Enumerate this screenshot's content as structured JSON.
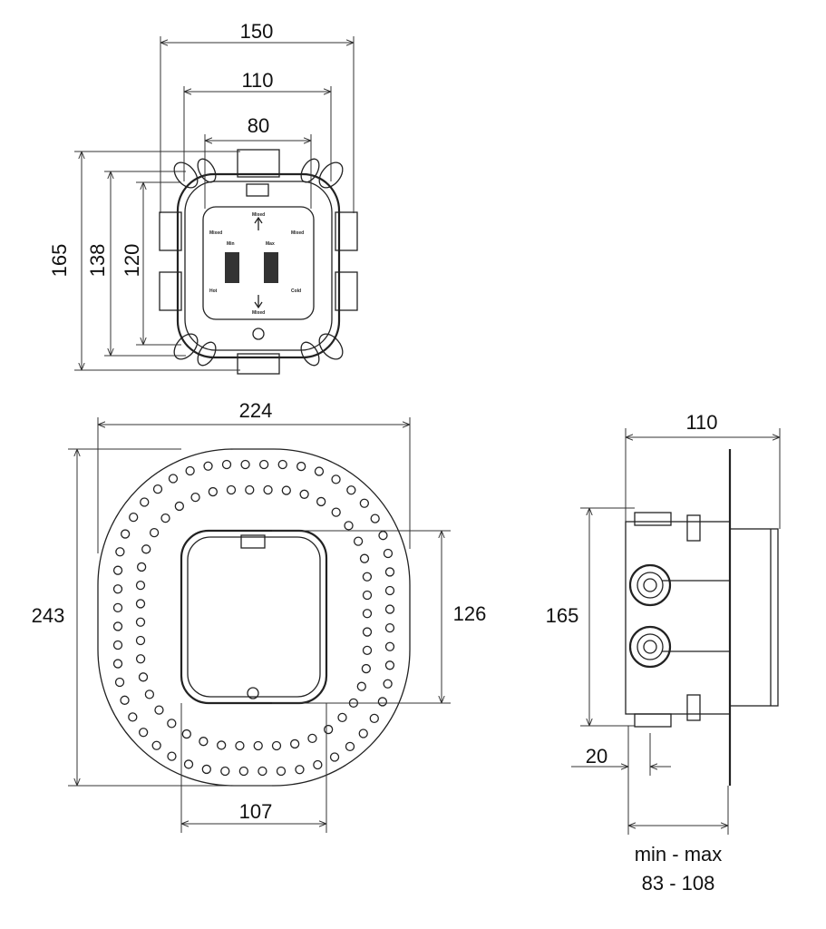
{
  "top_view": {
    "dims": {
      "w_outer": "150",
      "w_mid": "110",
      "w_inner": "80",
      "h_outer": "165",
      "h_mid": "138",
      "h_inner": "120"
    },
    "labels": {
      "up": "Mixed",
      "down": "Mixed",
      "left_top": "Mixed",
      "right_top": "Mixed",
      "left_bottom": "Hot",
      "right_bottom": "Cold",
      "min": "Min",
      "max": "Max"
    }
  },
  "plate_view": {
    "dims": {
      "width": "224",
      "height": "243",
      "window_height": "126",
      "window_width": "107"
    }
  },
  "side_view": {
    "dims": {
      "depth": "110",
      "height": "165",
      "offset": "20",
      "range_label": "min - max",
      "range_values": "83 - 108"
    }
  }
}
